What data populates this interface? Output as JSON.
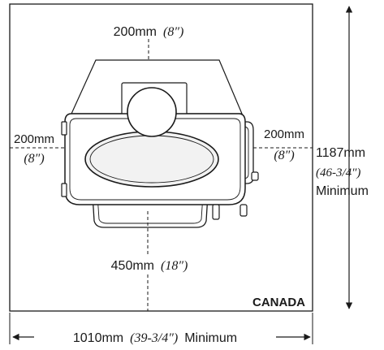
{
  "labels": {
    "top": {
      "mm": "200mm",
      "inch": "(8″)"
    },
    "left": {
      "mm": "200mm",
      "inch": "(8″)"
    },
    "right": {
      "mm": "200mm",
      "inch": "(8″)"
    },
    "front": {
      "mm": "450mm",
      "inch": "(18″)"
    },
    "height": {
      "mm": "1187mm",
      "inch": "(46-3/4″)",
      "suffix": "Minimum"
    },
    "width": {
      "mm": "1010mm",
      "inch": "(39-3/4″)",
      "suffix": "Minimum"
    },
    "region": "CANADA"
  },
  "colors": {
    "line": "#1a1a1a",
    "stove_fill": "#ffffff",
    "firebox_fill": "#f2f2f2"
  }
}
